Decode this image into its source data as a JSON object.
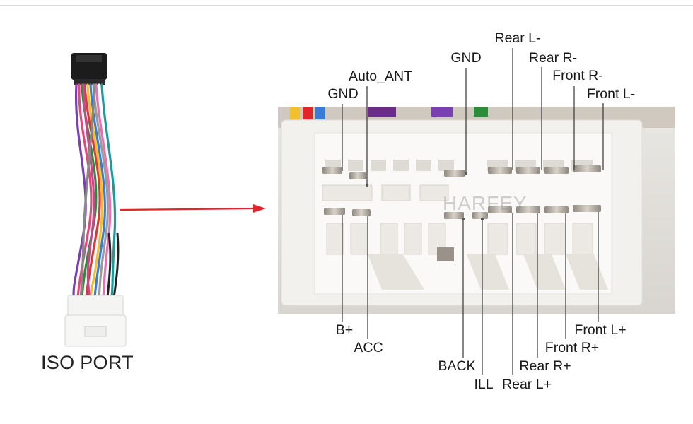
{
  "caption": "ISO PORT",
  "watermark": "HARFEY",
  "colors": {
    "arrow": "#e0262a",
    "connector_shell": "#f3f1ee",
    "pin": "#b9b2a8",
    "leader": "#444444"
  },
  "top_labels": {
    "gnd_left": "GND",
    "auto_ant": "Auto_ANT",
    "gnd_mid": "GND",
    "rear_l_minus": "Rear L-",
    "rear_r_minus": "Rear R-",
    "front_r_minus": "Front R-",
    "front_l_minus": "Front L-"
  },
  "bottom_labels": {
    "b_plus": "B+",
    "acc": "ACC",
    "back": "BACK",
    "ill": "ILL",
    "rear_l_plus": "Rear L+",
    "rear_r_plus": "Rear R+",
    "front_r_plus": "Front R+",
    "front_l_plus": "Front L+"
  }
}
